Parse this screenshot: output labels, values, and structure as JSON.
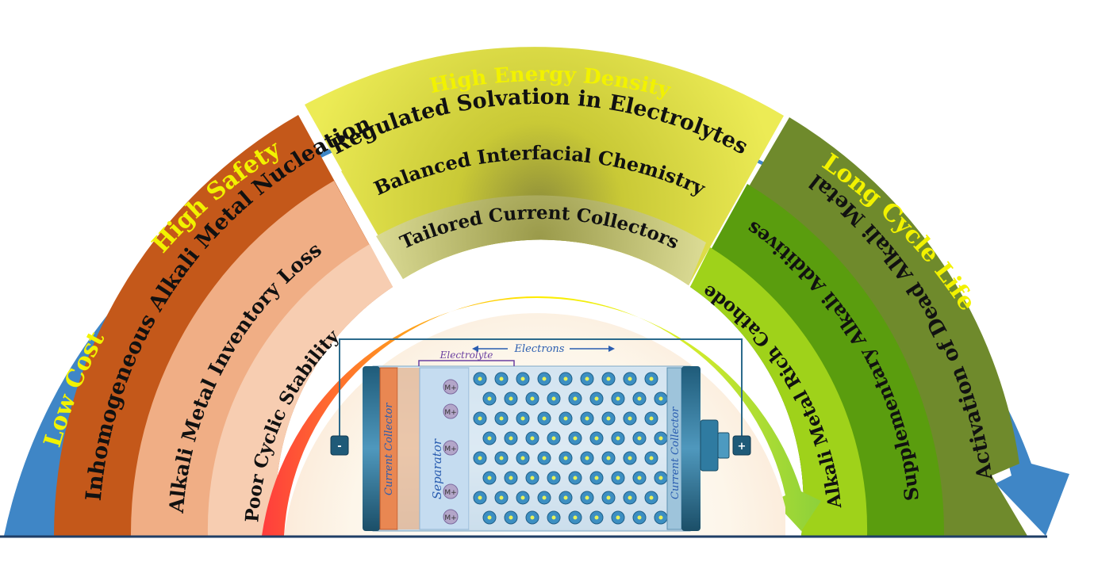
{
  "rim": {
    "labels": {
      "low_cost": "Low Cost",
      "high_safety": "High Safety",
      "high_energy_density": "High Energy Density",
      "long_cycle_life": "Long Cycle Life"
    }
  },
  "left_sector": {
    "bands": [
      "Inhomogeneous Alkali Metal Nucleation",
      "Alkali Metal  Inventory Loss",
      "Poor Cyclic Stability"
    ]
  },
  "middle_sector": {
    "bands": [
      "Regulated Solvation in Electrolytes",
      "Balanced Interfacial Chemistry",
      "Tailored Current Collectors"
    ]
  },
  "right_sector": {
    "bands": [
      "Activation of Dead Alkali Metal",
      "Supplementary Alkali Additives",
      "Alkali Metal Rich Cathode"
    ]
  },
  "cell": {
    "electrons_label": "Electrons",
    "electrolyte_label": "Electrolyte",
    "separator_label": "Separator",
    "left_collector_label": "Current Collector",
    "right_collector_label": "Current Collector",
    "ion_label": "M+",
    "negative_terminal": "-",
    "positive_terminal": "+"
  },
  "colors": {
    "rim_blue": "#3f86c6",
    "rim_text": "#f2f200",
    "left_outer": "#c4581a",
    "left_mid": "#f0ae85",
    "left_inner": "#f7cdb1",
    "mid_outer": "#e8e634",
    "right_outer": "#6f8a2c",
    "right_mid": "#5a9d0e",
    "right_inner": "#9fd21a"
  }
}
